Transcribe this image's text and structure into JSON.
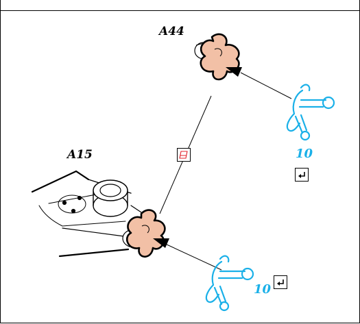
{
  "labels": {
    "part_top": "A44",
    "part_bottom": "A15",
    "qty_top": "10",
    "qty_bottom": "10"
  },
  "icons": {
    "enter_top": "enter-return-icon",
    "enter_bottom": "enter-return-icon",
    "torque_wrench_top": "torque-wrench-icon",
    "torque_wrench_bottom": "torque-wrench-icon",
    "adhesive_symbol": "surface-prep-icon"
  },
  "colors": {
    "accent": "#1ab0e8",
    "knob_fill": "#f2c0a6",
    "symbol_red": "#e0202a"
  }
}
